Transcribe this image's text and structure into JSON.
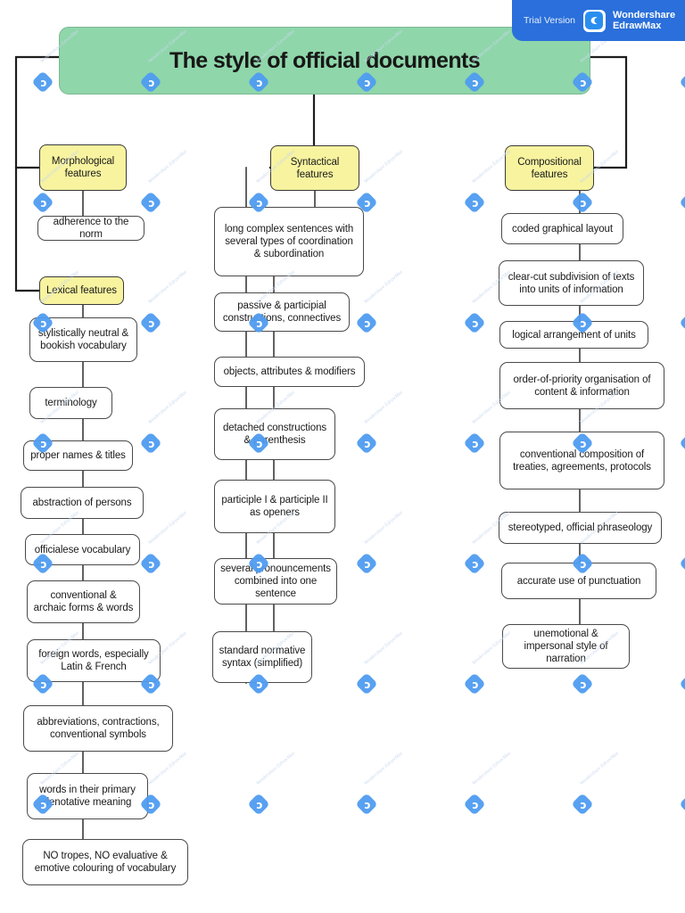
{
  "badge": {
    "trial_label": "Trial Version",
    "brand_line1": "Wondershare",
    "brand_line2": "EdrawMax",
    "logo_icon": "edrawmax-logo-icon",
    "bg_color": "#2a6fdb"
  },
  "watermark": {
    "logo_icon": "wondershare-watermark-icon",
    "text": "Wondershare EdrawMax",
    "color": "#4f9cf0"
  },
  "diagram": {
    "type": "tree-mind-map",
    "title": "The style of official documents",
    "colors": {
      "root_fill": "#8FD6AA",
      "branch_fill": "#F7F39F",
      "leaf_fill": "#FFFFFF",
      "stroke": "#4a4a4a"
    },
    "root": {
      "label": "The style of official documents"
    },
    "branches": [
      {
        "id": "morphological",
        "label": "Morphological features",
        "children": [
          {
            "label": "adherence to the norm"
          }
        ]
      },
      {
        "id": "lexical",
        "label": "Lexical features",
        "children": [
          {
            "label": "stylistically neutral & bookish vocabulary"
          },
          {
            "label": "terminology"
          },
          {
            "label": "proper names & titles"
          },
          {
            "label": "abstraction of persons"
          },
          {
            "label": "officialese vocabulary"
          },
          {
            "label": "conventional & archaic forms & words"
          },
          {
            "label": "foreign words, especially Latin & French"
          },
          {
            "label": "abbreviations, contractions, conventional symbols"
          },
          {
            "label": "words in their primary denotative meaning"
          },
          {
            "label": "NO tropes, NO evaluative & emotive colouring of vocabulary"
          }
        ]
      },
      {
        "id": "syntactical",
        "label": "Syntactical features",
        "children": [
          {
            "label": "long complex sentences with several types of coordination & subordination"
          },
          {
            "label": "passive & participial constructions, connectives"
          },
          {
            "label": "objects, attributes & modifiers"
          },
          {
            "label": "detached constructions & parenthesis"
          },
          {
            "label": "participle I & participle II as openers"
          },
          {
            "label": "several pronouncements combined into one sentence"
          },
          {
            "label": "standard normative syntax (simplified)"
          }
        ]
      },
      {
        "id": "compositional",
        "label": "Compositional features",
        "children": [
          {
            "label": "coded graphical layout"
          },
          {
            "label": "clear-cut subdivision of texts into units of information"
          },
          {
            "label": "logical arrangement of units"
          },
          {
            "label": "order-of-priority organisation of content & information"
          },
          {
            "label": "conventional composition of treaties, agreements, protocols"
          },
          {
            "label": "stereotyped, official phraseology"
          },
          {
            "label": "accurate use of punctuation"
          },
          {
            "label": "unemotional & impersonal style of narration"
          }
        ]
      }
    ]
  }
}
